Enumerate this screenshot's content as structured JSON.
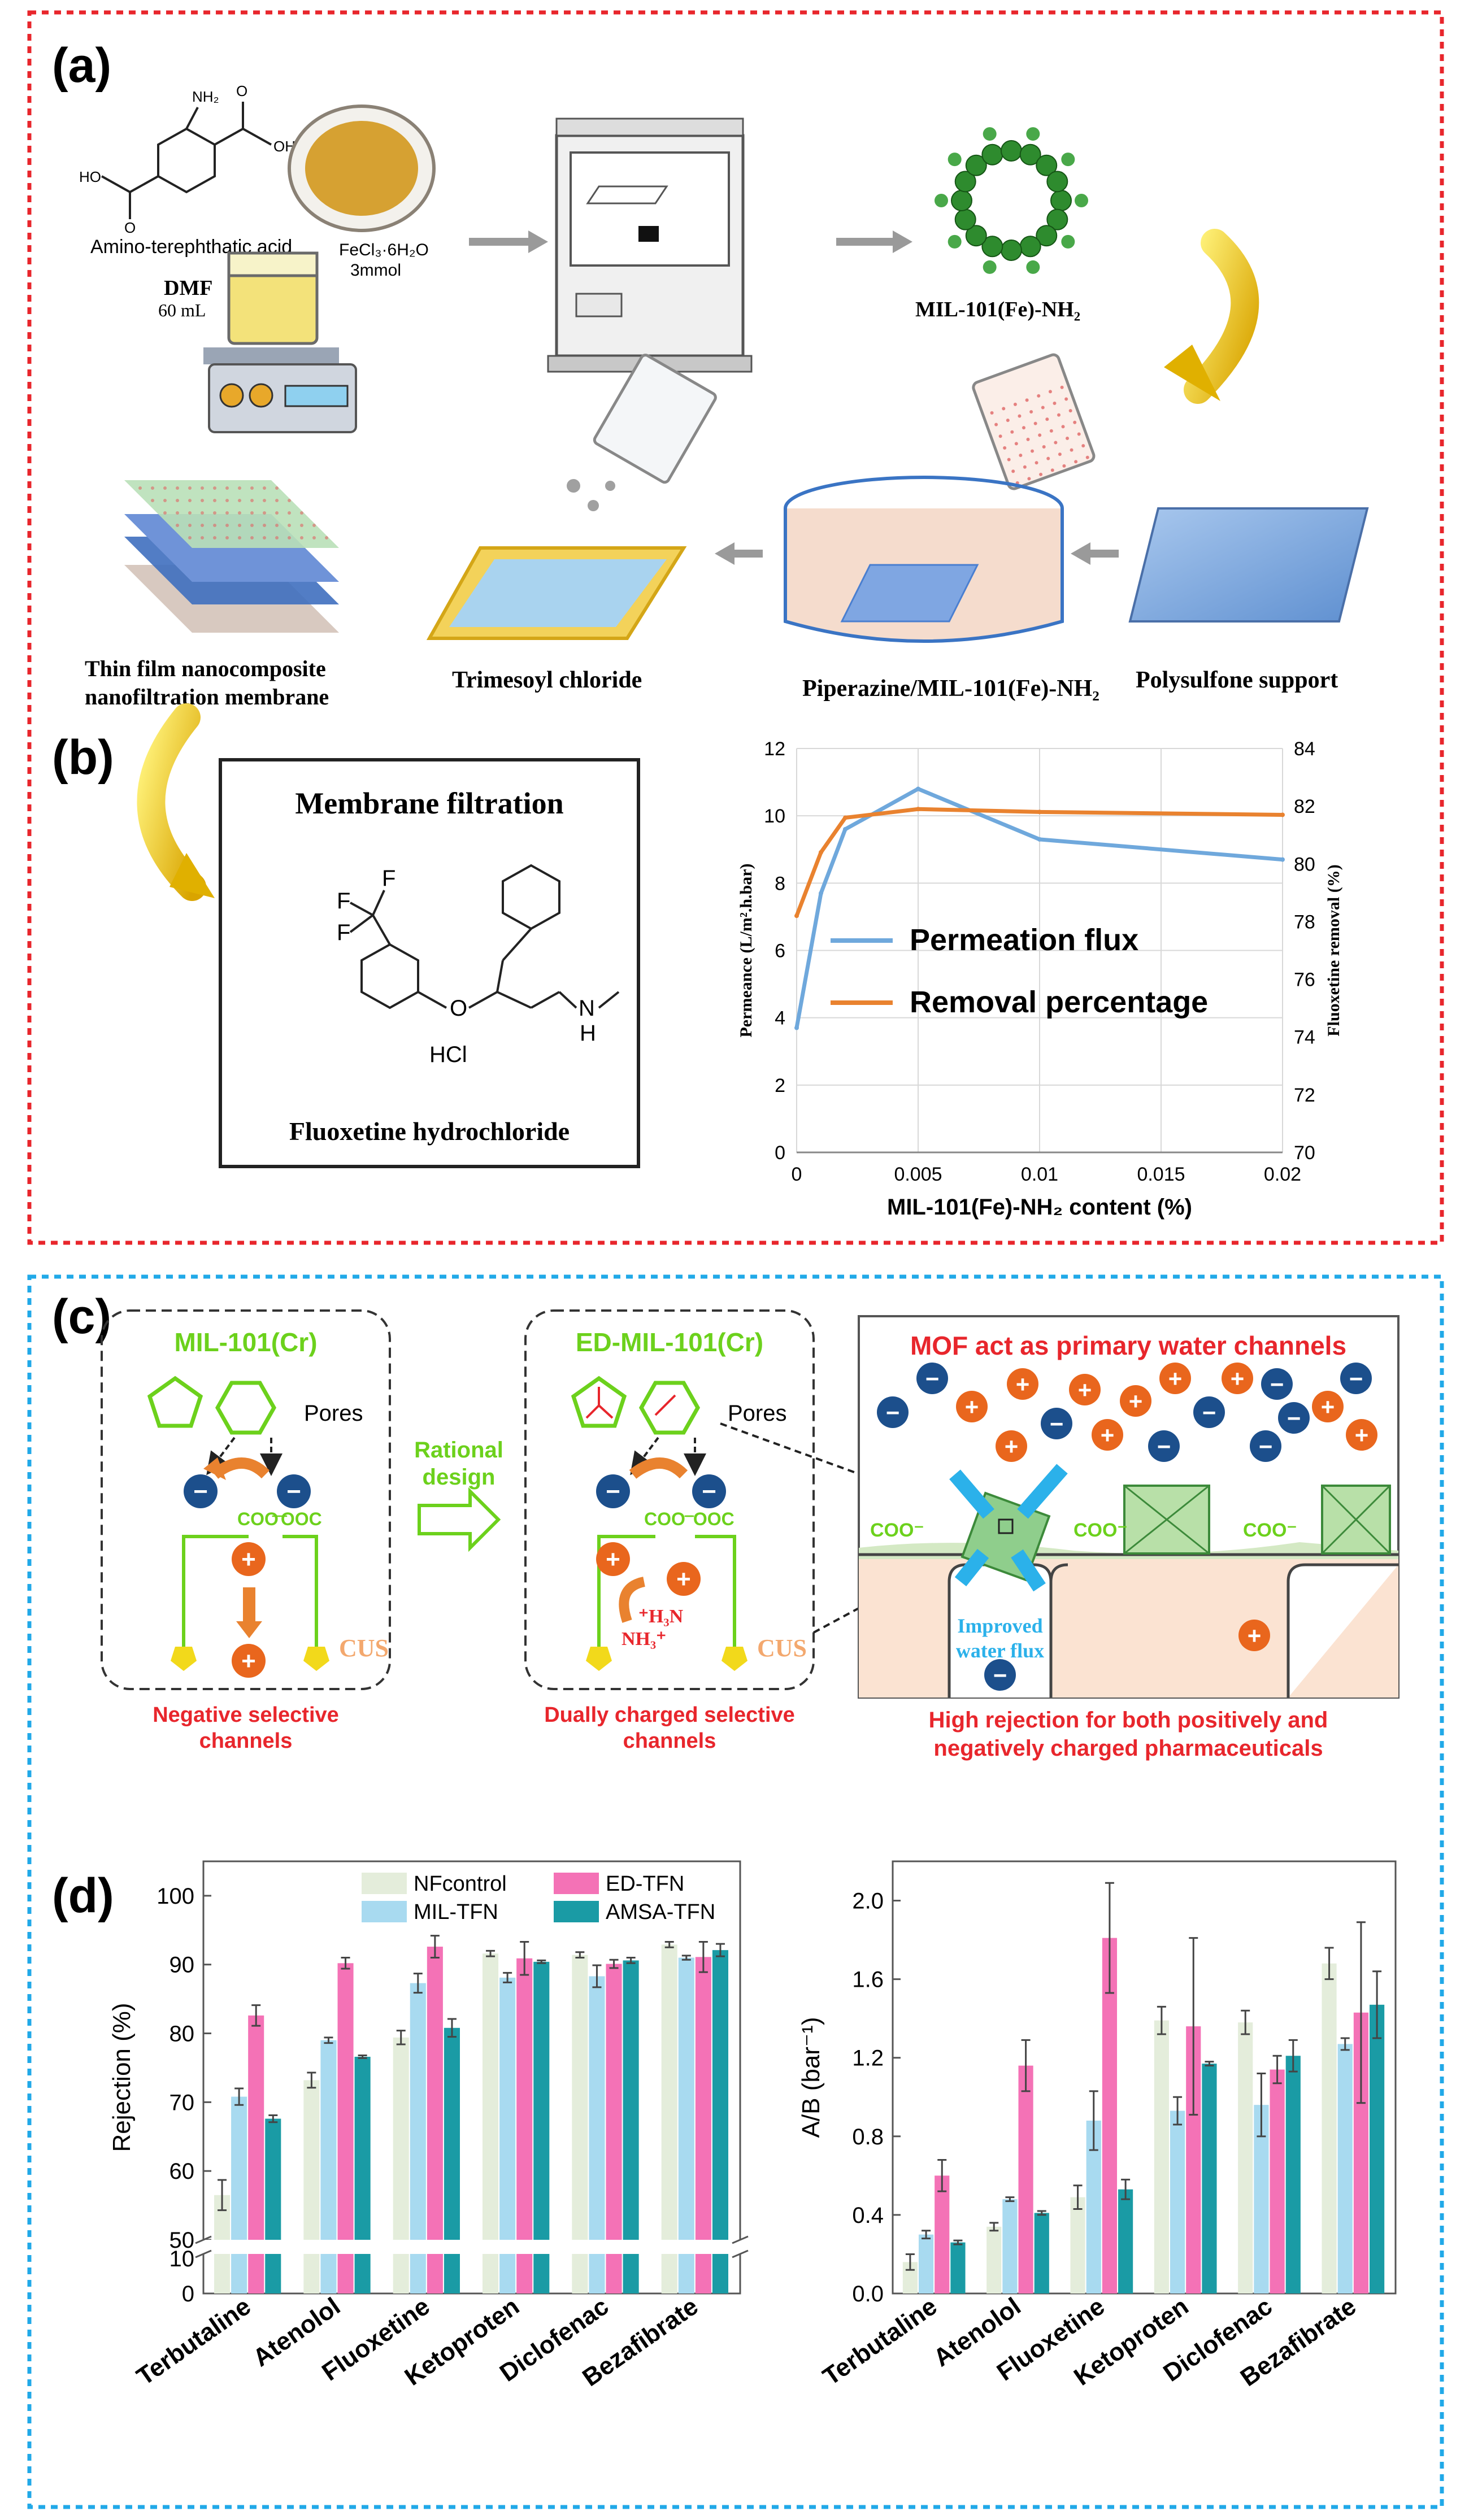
{
  "colors": {
    "panel_a_border": "#e8262c",
    "panel_c_border": "#21a9e8",
    "flux": "#6fa8dc",
    "removal": "#e9822f",
    "nfcontrol": "#e4eddb",
    "ed_tfn": "#f472b6",
    "mil_tfn": "#a8daf0",
    "amsa_tfn": "#1a9ba5",
    "mof_green": "#6cd11c",
    "red_text": "#e8262c",
    "cation": "#e9661d",
    "anion": "#1c4f8c",
    "water": "#2bb1ea"
  },
  "panel_a": {
    "label": "(a)",
    "amino_acid": "Amino-terephthatic acid",
    "nh2": "NH₂",
    "oh": "OH",
    "ho": "HO",
    "o": "O",
    "fecl": "FeCl₃·6H₂O",
    "fecl_amt": "3mmol",
    "dmf": "DMF",
    "dmf_vol": "60 mL",
    "mof": "MIL-101(Fe)-NH₂",
    "tfn_line1": "Thin film nanocomposite",
    "tfn_line2": "nanofiltration membrane",
    "tmc": "Trimesoyl chloride",
    "pip": "Piperazine/MIL-101(Fe)-NH₂",
    "psf": "Polysulfone support"
  },
  "panel_b": {
    "label": "(b)",
    "box_title": "Membrane filtration",
    "compound": "Fluoxetine hydrochloride",
    "hcl": "HCl",
    "f": "F",
    "o": "O",
    "n": "N",
    "h": "H",
    "chart_data": {
      "type": "line",
      "xlabel": "MIL-101(Fe)-NH₂ content (%)",
      "ylabel_left": "Permeance (L/m².h.bar)",
      "ylabel_right": "Fluoxetine removal (%)",
      "x_ticks": [
        "0",
        "0.005",
        "0.01",
        "0.015",
        "0.02"
      ],
      "y_left_ticks": [
        "0",
        "2",
        "4",
        "6",
        "8",
        "10",
        "12"
      ],
      "y_right_ticks": [
        "70",
        "72",
        "74",
        "76",
        "78",
        "80",
        "82",
        "84"
      ],
      "xlim": [
        0,
        0.02
      ],
      "ylim_left": [
        0,
        12
      ],
      "ylim_right": [
        70,
        84
      ],
      "series": [
        {
          "name": "Permeation flux",
          "axis": "left",
          "x": [
            0,
            0.001,
            0.002,
            0.005,
            0.01,
            0.02
          ],
          "y": [
            3.7,
            7.7,
            9.6,
            10.8,
            9.3,
            8.7
          ]
        },
        {
          "name": "Removal percentage",
          "axis": "right",
          "x": [
            0,
            0.001,
            0.002,
            0.005,
            0.01,
            0.02
          ],
          "y": [
            78.2,
            80.4,
            81.6,
            81.9,
            81.8,
            81.7
          ]
        }
      ],
      "legend_position": "center-right"
    }
  },
  "panel_c": {
    "label": "(c)",
    "mil_title": "MIL-101(Cr)",
    "ed_title": "ED-MIL-101(Cr)",
    "pores": "Pores",
    "rational_1": "Rational",
    "rational_2": "design",
    "coo": "COO⁻",
    "ooc": "⁻OOC",
    "cus": "CUS",
    "h3n": "⁺H₃N",
    "nh3": "NH₃⁺",
    "neg_1": "Negative selective",
    "neg_2": "channels",
    "dual_1": "Dually charged selective",
    "dual_2": "channels",
    "mof_title": "MOF act as primary water channels",
    "improved_1": "Improved",
    "improved_2": "water flux",
    "high_1": "High rejection for both positively and",
    "high_2": "negatively charged pharmaceuticals",
    "plus": "+",
    "minus": "−"
  },
  "panel_d": {
    "label": "(d)",
    "rejection_chart": {
      "type": "bar",
      "ylabel": "Rejection (%)",
      "y_ticks_upper": [
        "50",
        "60",
        "70",
        "80",
        "90",
        "100"
      ],
      "y_tick_lower": "10",
      "y_tick_zero": "0",
      "ylim": [
        50,
        105
      ],
      "categories": [
        "Terbutaline",
        "Atenolol",
        "Fluoxetine",
        "Ketoproten",
        "Diclofenac",
        "Bezafibrate"
      ],
      "series": [
        {
          "name": "NFcontrol",
          "values": [
            56.5,
            73.2,
            79.4,
            91.6,
            91.4,
            92.9
          ],
          "err": [
            2.2,
            1.1,
            1.0,
            0.4,
            0.4,
            0.4
          ]
        },
        {
          "name": "MIL-TFN",
          "values": [
            70.8,
            79.0,
            87.3,
            88.1,
            88.3,
            91.0
          ],
          "err": [
            1.2,
            0.4,
            1.4,
            0.7,
            1.6,
            0.3
          ]
        },
        {
          "name": "ED-TFN",
          "values": [
            82.6,
            90.2,
            92.6,
            90.9,
            90.1,
            91.1
          ],
          "err": [
            1.5,
            0.8,
            1.6,
            2.4,
            0.6,
            2.2
          ]
        },
        {
          "name": "AMSA-TFN",
          "values": [
            67.6,
            76.6,
            80.8,
            90.4,
            90.6,
            92.1
          ],
          "err": [
            0.5,
            0.2,
            1.3,
            0.2,
            0.4,
            0.9
          ]
        }
      ]
    },
    "ab_chart": {
      "type": "bar",
      "ylabel": "A/B (bar⁻¹)",
      "y_ticks": [
        "0.0",
        "0.4",
        "0.8",
        "1.2",
        "1.6",
        "2.0"
      ],
      "ylim": [
        0,
        2.2
      ],
      "categories": [
        "Terbutaline",
        "Atenolol",
        "Fluoxetine",
        "Ketoproten",
        "Diclofenac",
        "Bezafibrate"
      ],
      "series": [
        {
          "name": "NFcontrol",
          "values": [
            0.16,
            0.34,
            0.49,
            1.39,
            1.38,
            1.68
          ],
          "err": [
            0.04,
            0.02,
            0.06,
            0.07,
            0.06,
            0.08
          ]
        },
        {
          "name": "MIL-TFN",
          "values": [
            0.3,
            0.48,
            0.88,
            0.93,
            0.96,
            1.27
          ],
          "err": [
            0.02,
            0.01,
            0.15,
            0.07,
            0.16,
            0.03
          ]
        },
        {
          "name": "ED-TFN",
          "values": [
            0.6,
            1.16,
            1.81,
            1.36,
            1.14,
            1.43
          ],
          "err": [
            0.08,
            0.13,
            0.28,
            0.45,
            0.07,
            0.46
          ]
        },
        {
          "name": "AMSA-TFN",
          "values": [
            0.26,
            0.41,
            0.53,
            1.17,
            1.21,
            1.47
          ],
          "err": [
            0.01,
            0.01,
            0.05,
            0.01,
            0.08,
            0.17
          ]
        }
      ]
    }
  }
}
